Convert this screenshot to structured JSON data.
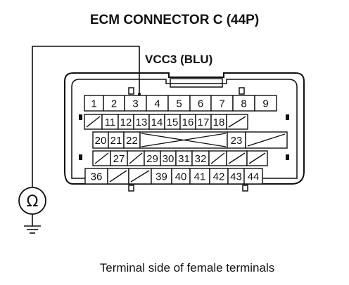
{
  "title": "ECM CONNECTOR C (44P)",
  "wire_label": "VCC3 (BLU)",
  "caption": "Terminal side of female terminals",
  "meter": {
    "symbol": "Ω",
    "icon": "ohmmeter-icon"
  },
  "connector": {
    "rows": [
      [
        {
          "label": "1"
        },
        {
          "label": "2"
        },
        {
          "label": "3",
          "probe": true
        },
        {
          "label": "4"
        },
        {
          "label": "5"
        },
        {
          "label": "6"
        },
        {
          "label": "7"
        },
        {
          "label": "8"
        },
        {
          "label": "9"
        }
      ],
      [
        {
          "label": "",
          "blank": true
        },
        {
          "label": "11"
        },
        {
          "label": "12"
        },
        {
          "label": "13"
        },
        {
          "label": "14"
        },
        {
          "label": "15"
        },
        {
          "label": "16"
        },
        {
          "label": "17"
        },
        {
          "label": "18"
        },
        {
          "label": "",
          "blank": true
        }
      ],
      [
        {
          "label": "20"
        },
        {
          "label": "21"
        },
        {
          "label": "22"
        },
        {
          "label": "",
          "cross": true
        },
        {
          "label": "23"
        },
        {
          "label": "",
          "blank": true
        }
      ],
      [
        {
          "label": "",
          "blank": true
        },
        {
          "label": "27"
        },
        {
          "label": "",
          "blank": true
        },
        {
          "label": "29"
        },
        {
          "label": "30"
        },
        {
          "label": "31"
        },
        {
          "label": "32"
        },
        {
          "label": "",
          "blank": true
        },
        {
          "label": "",
          "blank": true
        },
        {
          "label": "",
          "blank": true
        }
      ],
      [
        {
          "label": "36"
        },
        {
          "label": "",
          "blank": true
        },
        {
          "label": "",
          "blank": true
        },
        {
          "label": "39"
        },
        {
          "label": "40"
        },
        {
          "label": "41"
        },
        {
          "label": "42"
        },
        {
          "label": "43"
        },
        {
          "label": "44"
        }
      ]
    ]
  }
}
